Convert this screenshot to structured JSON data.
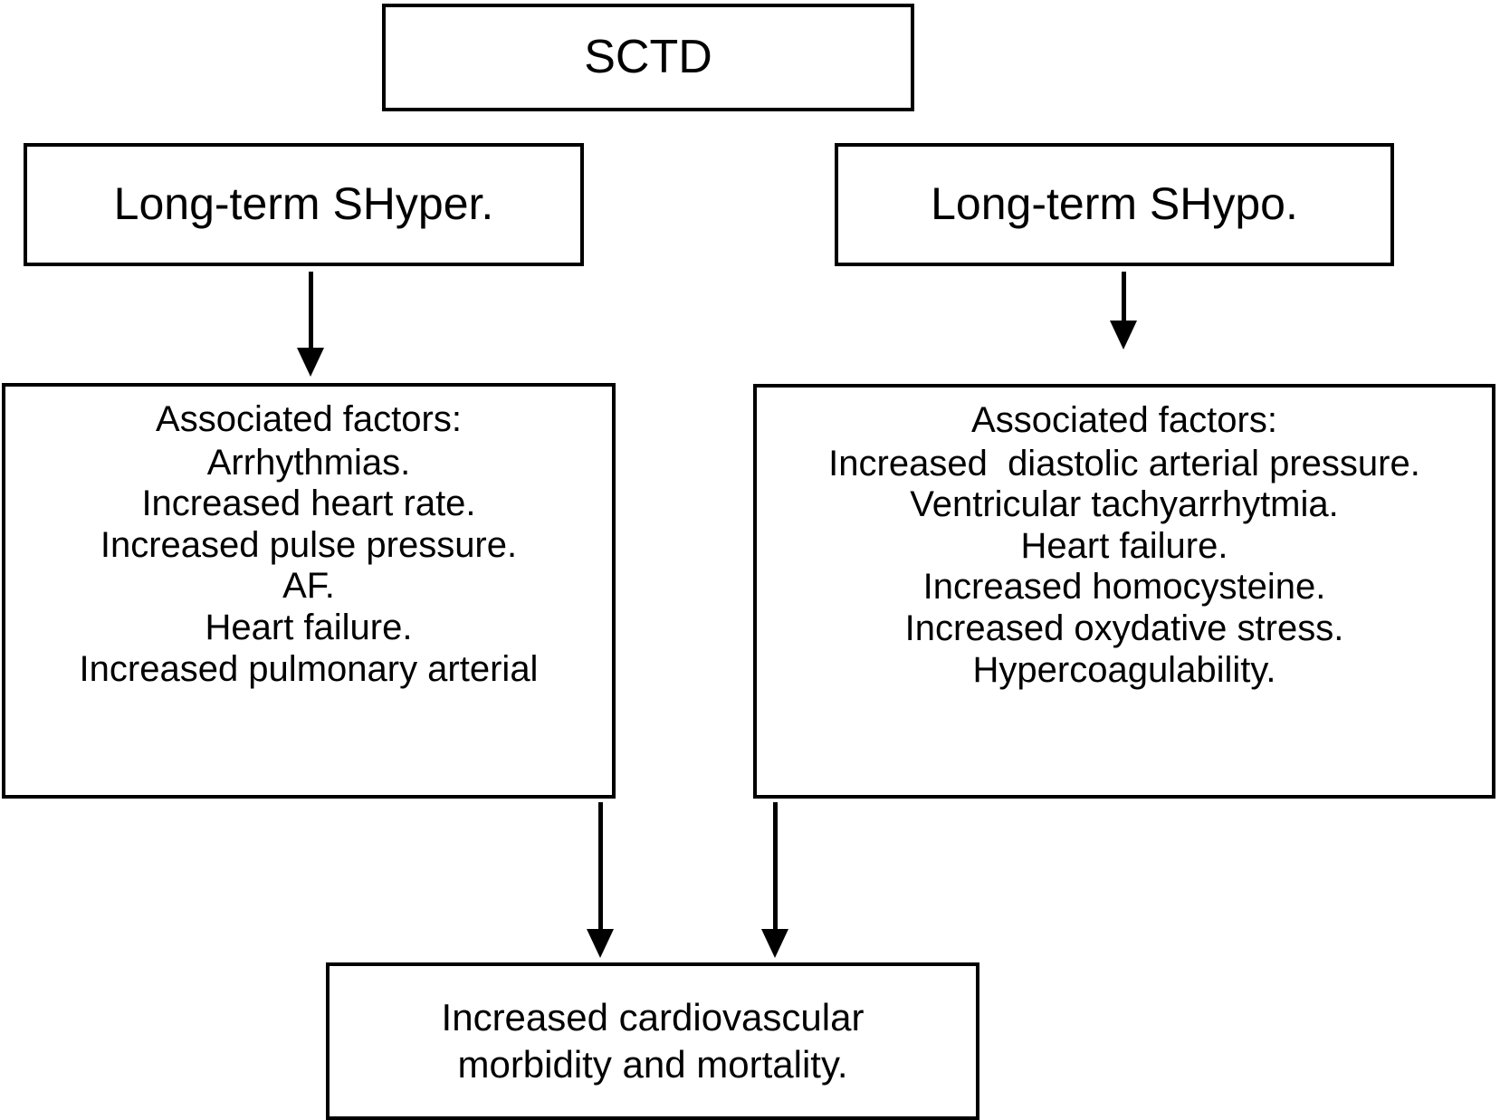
{
  "diagram": {
    "title": "SCTD cardiovascular consequences flowchart",
    "colors": {
      "stroke": "#000000",
      "fill": "#ffffff",
      "text": "#000000"
    },
    "nodes": {
      "root": {
        "label": "SCTD"
      },
      "shyper": {
        "label": "Long-term SHyper."
      },
      "shypo": {
        "label": "Long-term SHypo."
      },
      "factors_left": {
        "heading": "Associated factors:",
        "items": [
          "Arrhythmias.",
          "Increased heart rate.",
          "Increased pulse pressure.",
          "AF.",
          "Heart failure.",
          "Increased pulmonary arterial"
        ]
      },
      "factors_right": {
        "heading": "Associated factors:",
        "items": [
          "Increased  diastolic arterial pressure.",
          "Ventricular tachyarrhytmia.",
          "Heart failure.",
          "Increased homocysteine.",
          "Increased oxydative stress.",
          "Hypercoagulability."
        ]
      },
      "outcome": {
        "line1": "Increased cardiovascular",
        "line2": "morbidity and mortality."
      }
    },
    "connectors": [
      {
        "name": "shyper-to-factors-left",
        "from": "shyper",
        "to": "factors_left",
        "style": "arrow-down"
      },
      {
        "name": "shypo-to-factors-right",
        "from": "shypo",
        "to": "factors_right",
        "style": "arrow-down"
      },
      {
        "name": "factors-left-to-outcome",
        "from": "factors_left",
        "to": "outcome",
        "style": "arrow-down"
      },
      {
        "name": "factors-right-to-outcome",
        "from": "factors_right",
        "to": "outcome",
        "style": "arrow-down"
      }
    ]
  }
}
